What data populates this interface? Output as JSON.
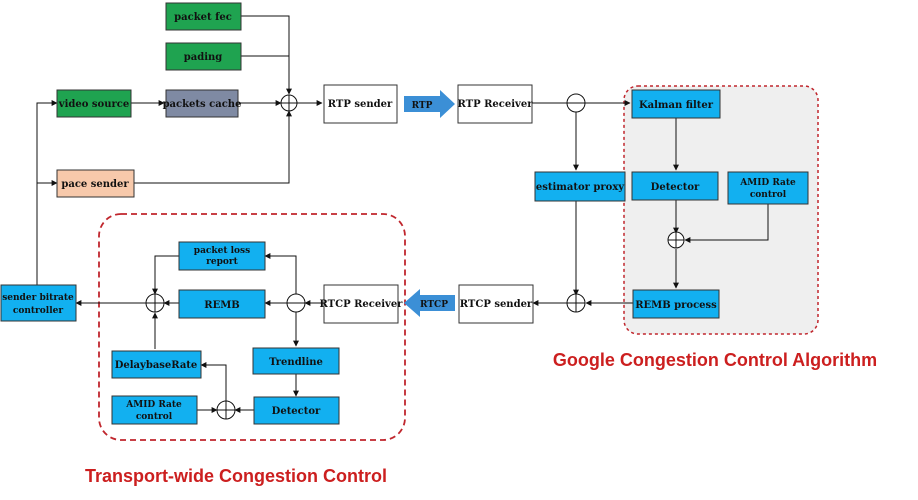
{
  "colors": {
    "green": "#1fa350",
    "slate": "#7f8aa3",
    "salmon": "#f7c9ab",
    "blue": "#12b0f0",
    "white_box": "#ffffff",
    "arrow_blue": "#3b8fd6",
    "dashed_red": "#c0262d",
    "region_fill": "#efefef",
    "title_red": "#cc1f1f"
  },
  "labels": {
    "packet_fec": "packet fec",
    "pading": "pading",
    "video_source": "video source",
    "packets_cache": "packets  cache",
    "pace_sender": "pace sender",
    "rtp_sender": "RTP sender",
    "rtp_arrow": "RTP",
    "rtp_receiver": "RTP Receiver",
    "kalman_filter": "Kalman filter",
    "detector_gcc": "Detector",
    "amid_gcc_line1": "AMID Rate",
    "amid_gcc_line2": "control",
    "estimator_proxy": "estimator proxy",
    "remb_process": "REMB process",
    "rtcp_sender": "RTCP sender",
    "rtcp_arrow": "RTCP",
    "rtcp_receiver": "RTCP Receiver",
    "packet_loss_line1": "packet loss",
    "packet_loss_line2": "report",
    "remb": "REMB",
    "trendline": "Trendline",
    "delaybase_rate": "DelaybaseRate",
    "amid_tw_line1": "AMID Rate",
    "amid_tw_line2": "control",
    "detector_tw": "Detector",
    "sender_bitrate_line1": "sender bitrate",
    "sender_bitrate_line2": "controller"
  },
  "titles": {
    "gcc": "Google Congestion Control Algorithm",
    "twcc": "Transport-wide Congestion Control"
  }
}
